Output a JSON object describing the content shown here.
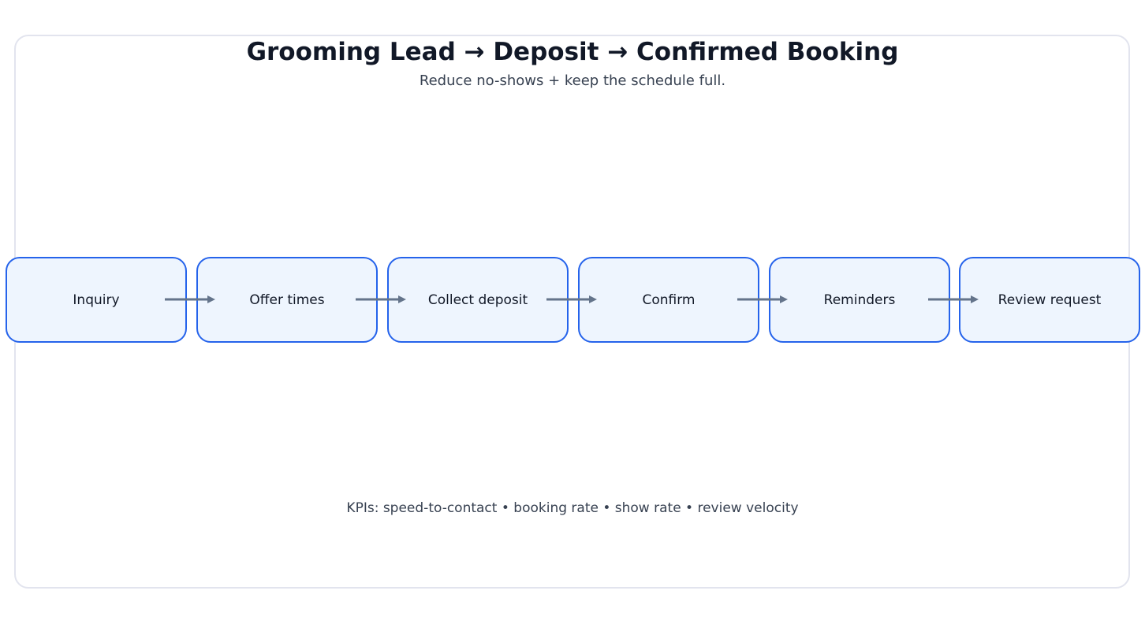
{
  "title": "Grooming Lead → Deposit → Confirmed Booking",
  "subtitle": "Reduce no-shows + keep the schedule full.",
  "steps": [
    {
      "label": "Inquiry"
    },
    {
      "label": "Offer times"
    },
    {
      "label": "Collect deposit"
    },
    {
      "label": "Confirm"
    },
    {
      "label": "Reminders"
    },
    {
      "label": "Review request"
    }
  ],
  "kpis": "KPIs: speed-to-contact • booking rate • show rate • review velocity",
  "colors": {
    "box_border": "#2563eb",
    "box_fill": "#eef5fe",
    "arrow": "#64748b",
    "frame": "#e2e4ee"
  }
}
